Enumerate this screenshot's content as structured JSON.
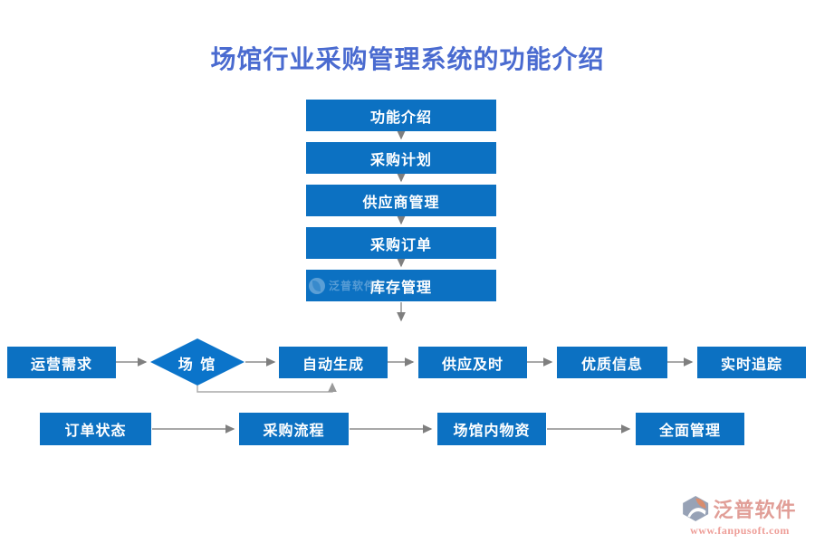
{
  "title": "场馆行业采购管理系统的功能介绍",
  "top_flow": {
    "nodes": [
      {
        "label": "功能介绍"
      },
      {
        "label": "采购计划"
      },
      {
        "label": "供应商管理"
      },
      {
        "label": "采购订单"
      },
      {
        "label": "库存管理"
      }
    ]
  },
  "middle_flow": {
    "start": {
      "label": "运营需求"
    },
    "decision": {
      "label": "场 馆"
    },
    "nodes": [
      {
        "label": "自动生成"
      },
      {
        "label": "供应及时"
      },
      {
        "label": "优质信息"
      },
      {
        "label": "实时追踪"
      }
    ]
  },
  "bottom_flow": {
    "nodes": [
      {
        "label": "订单状态"
      },
      {
        "label": "采购流程"
      },
      {
        "label": "场馆内物资"
      },
      {
        "label": "全面管理"
      }
    ]
  },
  "watermark": {
    "label": "泛普软件"
  },
  "brand": {
    "name": "泛普软件",
    "url": "www.fanpusoft.com"
  },
  "colors": {
    "node_blue": "#0c71c2",
    "diamond_blue": "#0b74ca",
    "title_blue": "#4a6bd0",
    "arrow_gray": "#8c8c8c",
    "elbow_gray": "#aaaaaa",
    "brand_salmon": "#e19e97",
    "brand_url_pink": "#ee9e98",
    "brand_icon_gray": "#97a2b6",
    "brand_icon_salmon": "#d98d6e"
  }
}
